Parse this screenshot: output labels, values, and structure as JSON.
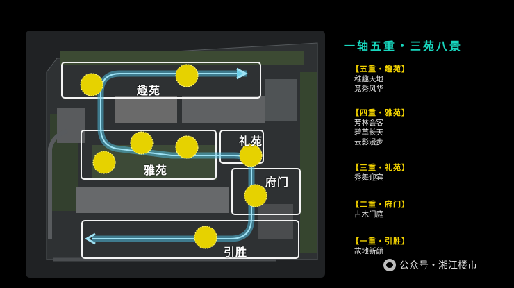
{
  "zones": {
    "quyuan": "趣苑",
    "yayuan": "雅苑",
    "liyuan": "礼苑",
    "fumen": "府门",
    "yinsheng": "引胜"
  },
  "legend": {
    "title": "一轴五重・三苑八景",
    "groups": [
      {
        "heading": "【五重・趣苑】",
        "items": [
          "稚趣天地",
          "竞秀风华"
        ]
      },
      {
        "heading": "【四重・雅苑】",
        "items": [
          "芳林会客",
          "碧草长天",
          "云影漫步"
        ]
      },
      {
        "heading": "【三重・礼苑】",
        "items": [
          "秀舞迎宾"
        ]
      },
      {
        "heading": "【二重・府门】",
        "items": [
          "古木门庭"
        ]
      },
      {
        "heading": "【一重・引胜】",
        "items": [
          "故地新颜"
        ]
      }
    ]
  },
  "watermark": "公众号・湘江楼市",
  "colors": {
    "accent_title": "#18d7be",
    "accent_heading": "#f2d200",
    "path": "#4fb8d8",
    "sun": "#e6d200"
  }
}
